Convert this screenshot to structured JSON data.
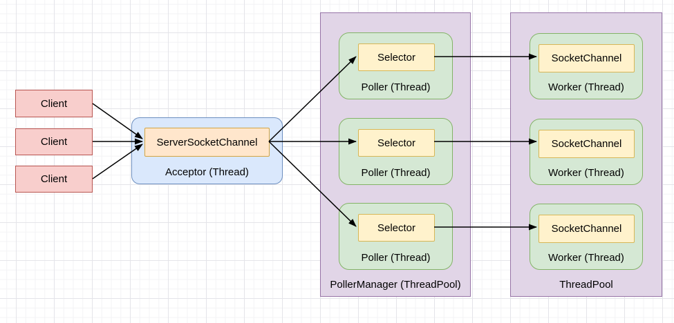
{
  "colors": {
    "canvas_bg": "#ffffff",
    "grid_minor": "#f3f3f5",
    "grid_major": "#e4e4e9",
    "client_fill": "#f8cecc",
    "client_stroke": "#b85450",
    "acceptor_fill": "#dae8fc",
    "acceptor_stroke": "#6c8ebf",
    "channel_fill": "#ffe6cc",
    "channel_stroke": "#d2a442",
    "selector_fill": "#fff2cc",
    "selector_stroke": "#d6b656",
    "thread_fill": "#d5e8d4",
    "thread_stroke": "#82b366",
    "pool_fill": "#e1d5e7",
    "pool_stroke": "#9673a6",
    "arrow": "#000000",
    "text": "#000000"
  },
  "diagram": {
    "clients": [
      {
        "label": "Client"
      },
      {
        "label": "Client"
      },
      {
        "label": "Client"
      }
    ],
    "acceptor": {
      "channel_label": "ServerSocketChannel",
      "label": "Acceptor (Thread)"
    },
    "poller_manager": {
      "label": "PollerManager (ThreadPool)",
      "pollers": [
        {
          "channel_label": "Selector",
          "label": "Poller (Thread)"
        },
        {
          "channel_label": "Selector",
          "label": "Poller (Thread)"
        },
        {
          "channel_label": "Selector",
          "label": "Poller (Thread)"
        }
      ]
    },
    "thread_pool": {
      "label": "ThreadPool",
      "workers": [
        {
          "channel_label": "SocketChannel",
          "label": "Worker (Thread)"
        },
        {
          "channel_label": "SocketChannel",
          "label": "Worker (Thread)"
        },
        {
          "channel_label": "SocketChannel",
          "label": "Worker (Thread)"
        }
      ]
    }
  }
}
